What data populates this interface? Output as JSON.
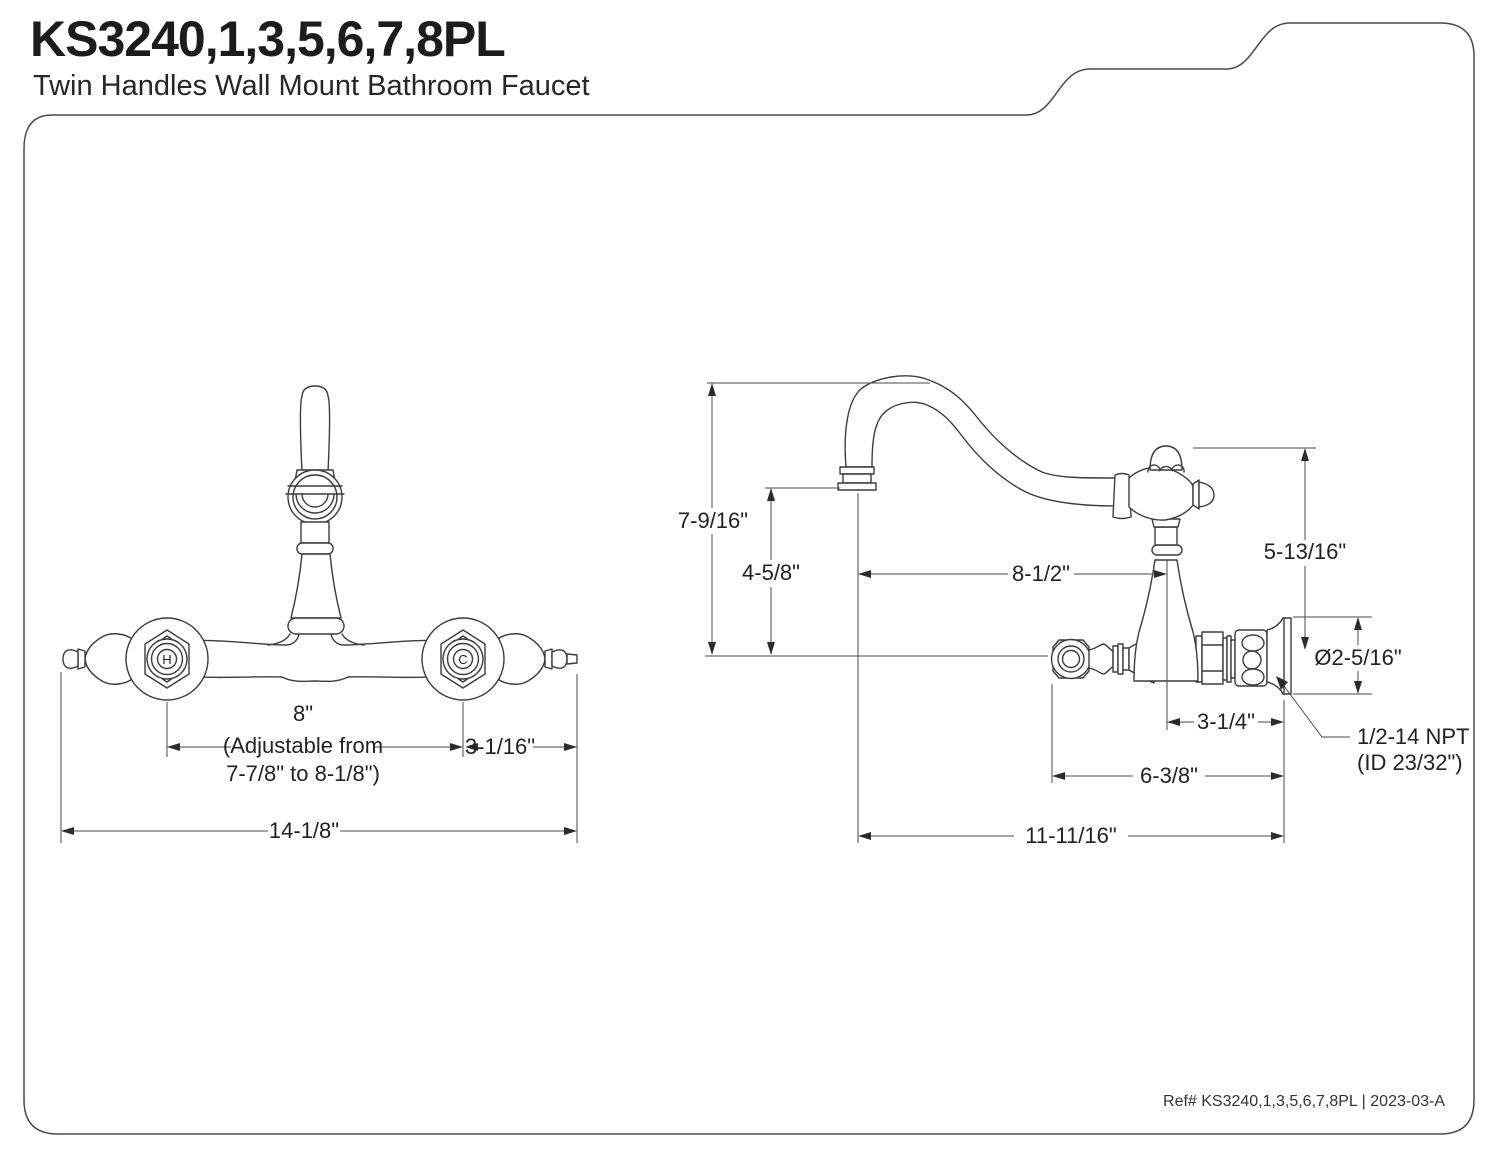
{
  "page": {
    "title": "KS3240,1,3,5,6,7,8PL",
    "subtitle": "Twin Handles Wall Mount Bathroom Faucet",
    "ref": "Ref# KS3240,1,3,5,6,7,8PL | 2023-03-A"
  },
  "colors": {
    "line": "#3c3c3c",
    "dimension_line": "#4a4a4a",
    "text": "#1e1e1e",
    "background": "#ffffff"
  },
  "front_view": {
    "hot_label": "H",
    "cold_label": "C",
    "dimensions": {
      "spread": "8\"",
      "spread_note_1": "(Adjustable from",
      "spread_note_2": "7-7/8\" to 8-1/8\")",
      "handle_offset": "3-1/16\"",
      "overall_width": "14-1/8\""
    }
  },
  "side_view": {
    "dimensions": {
      "overall_height": "7-9/16\"",
      "spout_outlet_height": "4-5/8\"",
      "spout_reach": "8-1/2\"",
      "body_height": "5-13/16\"",
      "flange_diameter": "Ø2-5/16\"",
      "wall_to_spout_center": "3-1/4\"",
      "wall_to_handle": "6-3/8\"",
      "overall_depth": "11-11/16\"",
      "connection_line_1": "1/2-14 NPT",
      "connection_line_2": "(ID 23/32\")"
    }
  }
}
